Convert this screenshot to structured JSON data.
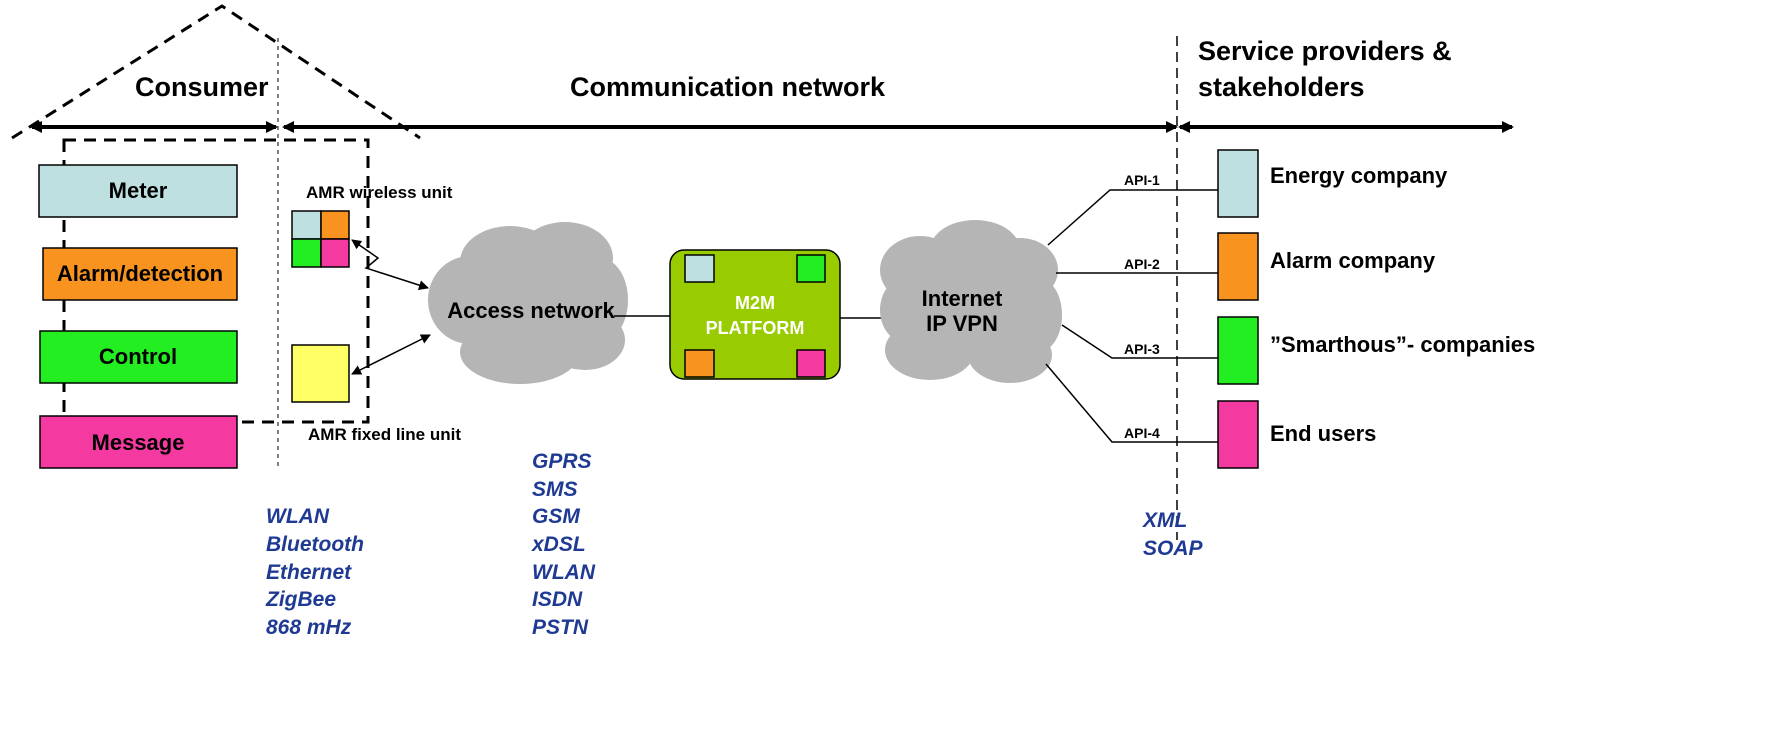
{
  "sections": {
    "consumer": "Consumer",
    "network": "Communication network",
    "providers_line1": "Service providers &",
    "providers_line2": "stakeholders"
  },
  "consumer_devices": [
    {
      "label": "Meter",
      "color": "#bfe0e0"
    },
    {
      "label": "Alarm/detection",
      "color": "#f7931e"
    },
    {
      "label": "Control",
      "color": "#22ee22"
    },
    {
      "label": "Message",
      "color": "#f43aa0"
    }
  ],
  "units": {
    "wireless": "AMR wireless unit",
    "fixed": "AMR fixed line unit"
  },
  "clouds": {
    "access": "Access network",
    "internet_line1": "Internet",
    "internet_line2": "IP VPN"
  },
  "platform": {
    "line1": "M2M",
    "line2": "PLATFORM",
    "color": "#99cc00"
  },
  "apis": [
    "API-1",
    "API-2",
    "API-3",
    "API-4"
  ],
  "providers": [
    {
      "label": "Energy company",
      "color": "#bfe0e0"
    },
    {
      "label": "Alarm company",
      "color": "#f7931e"
    },
    {
      "label": "”Smarthous”- companies",
      "color": "#22ee22"
    },
    {
      "label": "End users",
      "color": "#f43aa0"
    }
  ],
  "protocols": {
    "home": [
      "WLAN",
      "Bluetooth",
      "Ethernet",
      "ZigBee",
      "868 mHz"
    ],
    "access": [
      "GPRS",
      "SMS",
      "GSM",
      "xDSL",
      "WLAN",
      "ISDN",
      "PSTN"
    ],
    "service": [
      "XML",
      "SOAP"
    ]
  },
  "colors": {
    "cyan": "#bfe0e0",
    "orange": "#f7931e",
    "green": "#22ee22",
    "magenta": "#f43aa0",
    "yellow": "#ffff66",
    "protocol_text": "#1f3a93"
  }
}
